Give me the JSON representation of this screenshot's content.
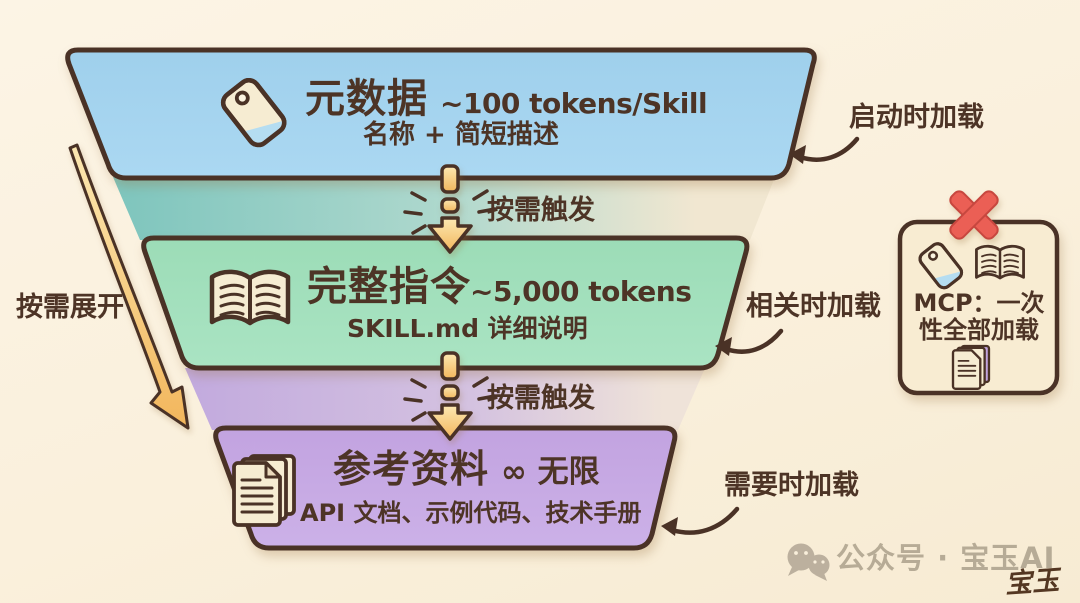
{
  "funnel": {
    "expand_label": "按需展开",
    "trigger_label": "按需触发",
    "levels": [
      {
        "title": "元数据",
        "tokens": "~100 tokens/Skill",
        "subtitle": "名称 + 简短描述",
        "side_label": "启动时加载",
        "fill": "#a6d3ee",
        "icon": "tag-icon"
      },
      {
        "title": "完整指令",
        "tokens": "~5,000 tokens",
        "subtitle": "SKILL.md 详细说明",
        "side_label": "相关时加载",
        "fill": "#a3dfbc",
        "icon": "open-book-icon"
      },
      {
        "title": "参考资料",
        "tokens": "∞ 无限",
        "subtitle": "API 文档、示例代码、技术手册",
        "side_label": "需要时加载",
        "fill": "#c7aae3",
        "icon": "documents-icon"
      }
    ]
  },
  "mcp_note": {
    "label": "MCP：一次\n性全部加载",
    "crossed_out": true
  },
  "watermark": {
    "channel": "公众号 · 宝玉AI",
    "signature": "宝玉"
  },
  "palette": {
    "background": "#faf0dc",
    "outline": "#4a3226",
    "text": "#4d3426",
    "arrow_fill": "#f4c06a",
    "cross_red": "#ec6159",
    "note_fill": "#f8ecd2",
    "level_blue": "#a6d3ee",
    "level_green": "#a3dfbc",
    "level_purple": "#c7aae3"
  }
}
